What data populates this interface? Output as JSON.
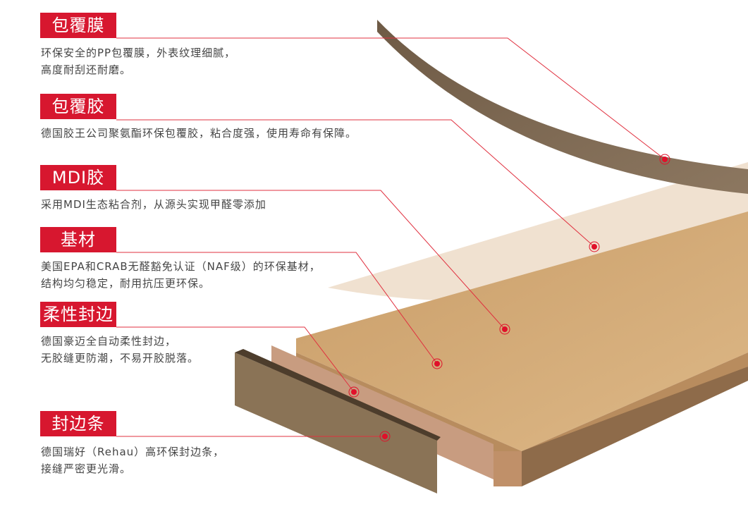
{
  "layers": [
    {
      "title": "包覆膜",
      "lines": [
        "环保安全的PP包覆膜，外表纹理细腻，",
        "高度耐刮还耐磨。"
      ]
    },
    {
      "title": "包覆胶",
      "lines": [
        "德国胶王公司聚氨酯环保包覆胶，粘合度强，使用寿命有保障。"
      ]
    },
    {
      "title": "MDI胶",
      "lines": [
        "采用MDI生态粘合剂，从源头实现甲醛零添加"
      ]
    },
    {
      "title": "基材",
      "lines": [
        "美国EPA和CRAB无醛豁免认证（NAF级）的环保基材，",
        "结构均匀稳定，耐用抗压更环保。"
      ]
    },
    {
      "title": "柔性封边",
      "lines": [
        "德国豪迈全自动柔性封边，",
        "无胶缝更防潮，不易开胶脱落。"
      ]
    },
    {
      "title": "封边条",
      "lines": [
        "德国瑞好（Rehau）高环保封边条，",
        "接缝严密更光滑。"
      ]
    }
  ],
  "colors": {
    "accent": "#d7172f",
    "text": "#444444",
    "film": "#7d6a55",
    "board": "#d2ab7a",
    "edge": "#8a7356"
  }
}
